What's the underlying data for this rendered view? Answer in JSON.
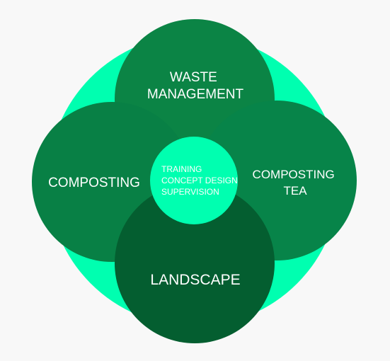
{
  "diagram": {
    "center": {
      "lines": [
        "TRAINING",
        "CONCEPT DESIGN",
        "SUPERVISION"
      ]
    },
    "petals": [
      {
        "id": "top",
        "lines": [
          "WASTE",
          "MANAGEMENT"
        ]
      },
      {
        "id": "left",
        "lines": [
          "COMPOSTING"
        ]
      },
      {
        "id": "right",
        "lines": [
          "COMPOSTING",
          "TEA"
        ]
      },
      {
        "id": "bottom",
        "lines": [
          "LANDSCAPE"
        ]
      }
    ]
  },
  "colors": {
    "background": "#f8f8f8",
    "outer_glow": "#00ffb0",
    "petal_top": "#0b8445",
    "petal_left": "#088045",
    "petal_right": "#078449",
    "petal_bottom": "#045e30",
    "center": "#00ffb0",
    "label": "#ffffff"
  }
}
